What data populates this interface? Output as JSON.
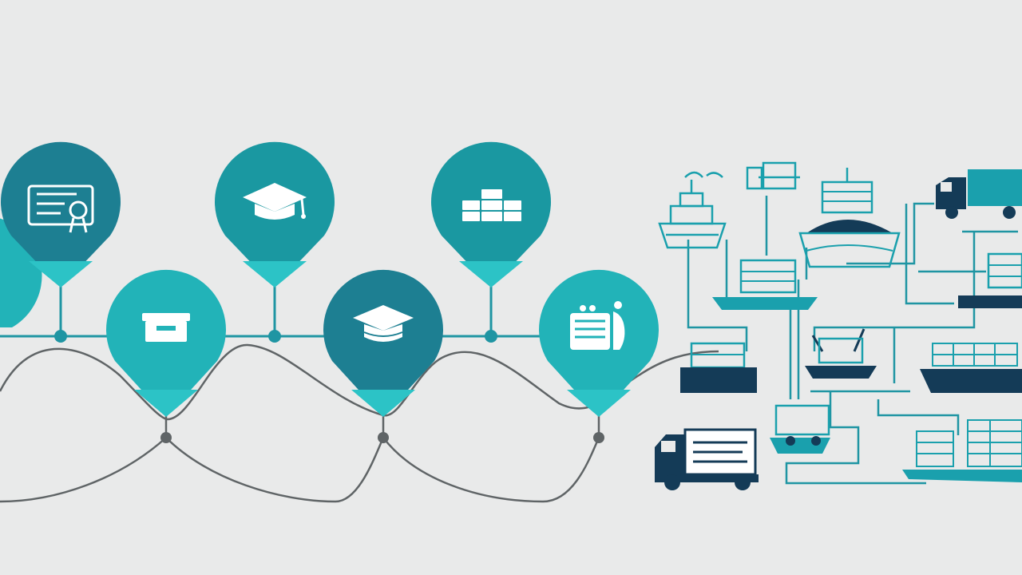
{
  "palette": {
    "background": "#e9eaea",
    "pin_dark": "#1d7f92",
    "pin_mid": "#1a98a1",
    "pin_light": "#22b3b8",
    "pin_tip": "#2cc3c6",
    "line_teal": "#1f95a3",
    "line_gray": "#5f6466",
    "icon_white": "#ffffff",
    "navy": "#143b57",
    "teal_icon": "#1aa0ad"
  },
  "timeline": {
    "upper_pins": [
      {
        "name": "pin-certificate",
        "icon": "certificate-icon"
      },
      {
        "name": "pin-graduation-cap-upper",
        "icon": "graduation-cap-icon"
      },
      {
        "name": "pin-containers-upper",
        "icon": "container-stack-icon"
      }
    ],
    "lower_pins": [
      {
        "name": "pin-package",
        "icon": "package-icon"
      },
      {
        "name": "pin-graduation-cap-lower",
        "icon": "graduation-cap-icon"
      },
      {
        "name": "pin-cargo-figure",
        "icon": "cargo-crate-icon"
      }
    ]
  },
  "logistics_network": {
    "icons": [
      "small-ship-icon",
      "pallet-icon",
      "large-cargo-ship-icon",
      "truck-icon",
      "barge-icon",
      "crane-boat-icon",
      "container-ship-icon",
      "delivery-truck-icon",
      "forklift-icon",
      "container-yard-icon"
    ]
  }
}
